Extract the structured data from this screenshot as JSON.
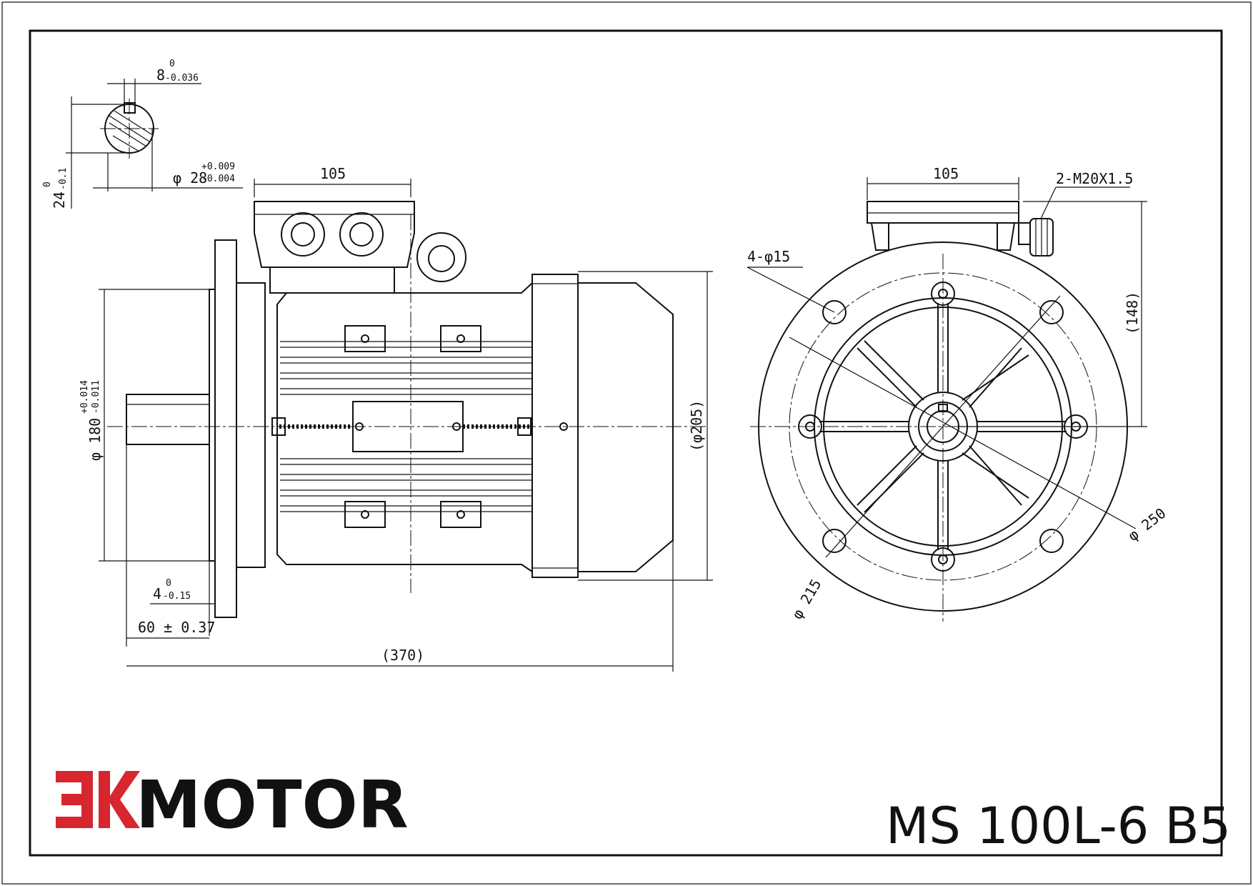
{
  "logo": {
    "mark": "EK",
    "word": "MOTOR",
    "mark_color": "#d7262e",
    "word_color": "#111111"
  },
  "model": "MS 100L-6 B5",
  "shaft_detail": {
    "key_width": "8",
    "key_width_tol_upper": "0",
    "key_width_tol_lower": "-0.036",
    "key_height": "24",
    "key_height_tol_upper": "0",
    "key_height_tol_lower": "-0.1",
    "shaft_diameter": "φ 28",
    "shaft_tol_upper": "+0.009",
    "shaft_tol_lower": "-0.004"
  },
  "side_view": {
    "terminal_box_width": "105",
    "spigot_diameter": "φ 180",
    "spigot_tol_upper": "+0.014",
    "spigot_tol_lower": "-0.011",
    "spigot_depth": "4",
    "spigot_tol_top": "0",
    "spigot_tol_bottom": "-0.15",
    "shaft_length": "60 ± 0.37",
    "overall_length": "(370)",
    "housing_diameter": "(φ205)"
  },
  "front_view": {
    "terminal_box_width": "105",
    "cable_glands": "2-M20X1.5",
    "flange_holes": "4-φ15",
    "height": "(148)",
    "flange_diameter": "φ 250",
    "pcd": "φ 215"
  }
}
